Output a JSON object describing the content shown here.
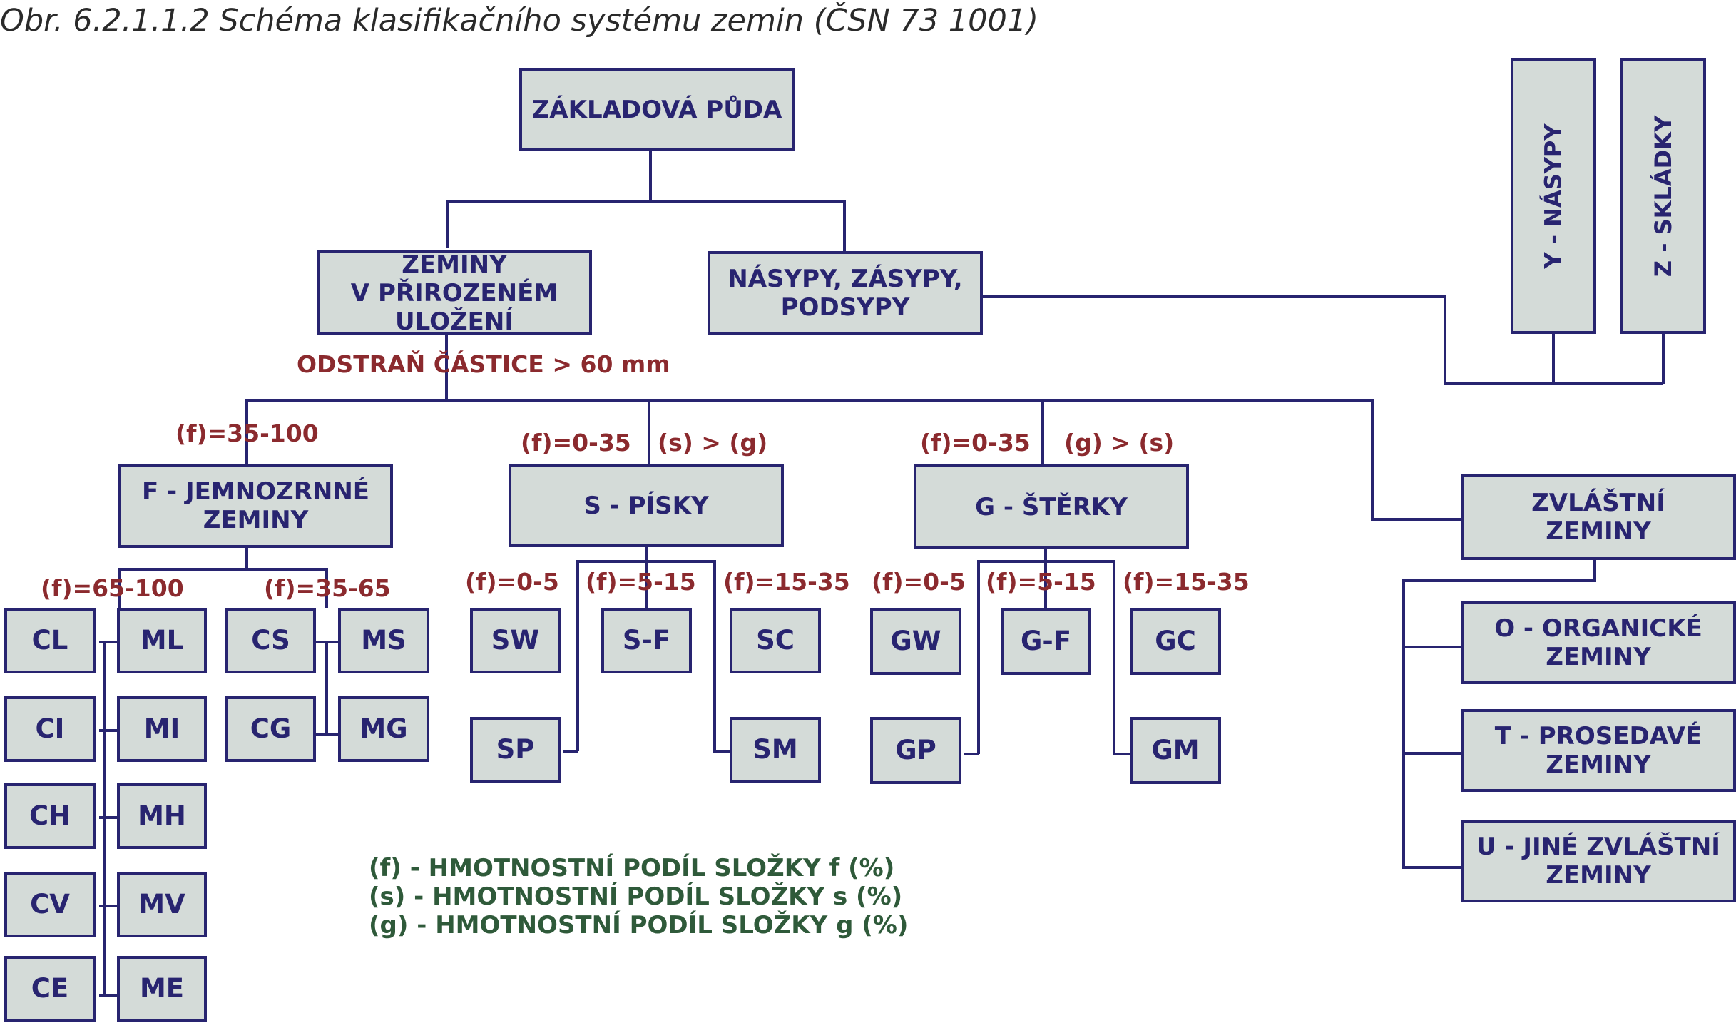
{
  "caption": "Obr.  6.2.1.1.2  Schéma klasifikačního systému zemin (ČSN 73 1001)",
  "colors": {
    "box_fill": "#d4dbd8",
    "box_border": "#282470",
    "box_text": "#282470",
    "label_text": "#8b2a2e",
    "legend_text": "#2f5a3a"
  },
  "nodes": {
    "root": "ZÁKLADOVÁ PŮDA",
    "natural": "ZEMINY\nV PŘIROZENÉM\nULOŽENÍ",
    "fills": "NÁSYPY, ZÁSYPY,\nPODSYPY",
    "y_fills": "Y - NÁSYPY",
    "z_dumps": "Z - SKLÁDKY",
    "fine": "F - JEMNOZRNNÉ\nZEMINY",
    "sands": "S - PÍSKY",
    "gravels": "G - ŠTĚRKY",
    "special": "ZVLÁŠTNÍ\nZEMINY",
    "organic": "O - ORGANICKÉ\nZEMINY",
    "collapsible": "T - PROSEDAVÉ\nZEMINY",
    "other_special": "U - JINÉ ZVLÁŠTNÍ\nZEMINY",
    "cl": "CL",
    "ml": "ML",
    "cs": "CS",
    "ms": "MS",
    "ci": "CI",
    "mi": "MI",
    "cg": "CG",
    "mg": "MG",
    "ch": "CH",
    "mh": "MH",
    "cv": "CV",
    "mv": "MV",
    "ce": "CE",
    "me": "ME",
    "sw": "SW",
    "sf": "S-F",
    "sc": "SC",
    "sp": "SP",
    "sm": "SM",
    "gw": "GW",
    "gf": "G-F",
    "gc": "GC",
    "gp": "GP",
    "gm": "GM"
  },
  "labels": {
    "remove_particles": "ODSTRAŇ ČÁSTICE > 60 mm",
    "fine_f": "(f)=35-100",
    "sand_f": "(f)=0-35",
    "sand_cond": "(s) > (g)",
    "gravel_f": "(f)=0-35",
    "gravel_cond": "(g) > (s)",
    "fine_f_65_100": "(f)=65-100",
    "fine_f_35_65": "(f)=35-65",
    "sand_f_0_5": "(f)=0-5",
    "sand_f_5_15": "(f)=5-15",
    "sand_f_15_35": "(f)=15-35",
    "gravel_f_0_5": "(f)=0-5",
    "gravel_f_5_15": "(f)=5-15",
    "gravel_f_15_35": "(f)=15-35"
  },
  "legend": [
    "(f) - HMOTNOSTNÍ PODÍL SLOŽKY f (%)",
    "(s) - HMOTNOSTNÍ PODÍL SLOŽKY s (%)",
    "(g) - HMOTNOSTNÍ PODÍL SLOŽKY g (%)"
  ]
}
